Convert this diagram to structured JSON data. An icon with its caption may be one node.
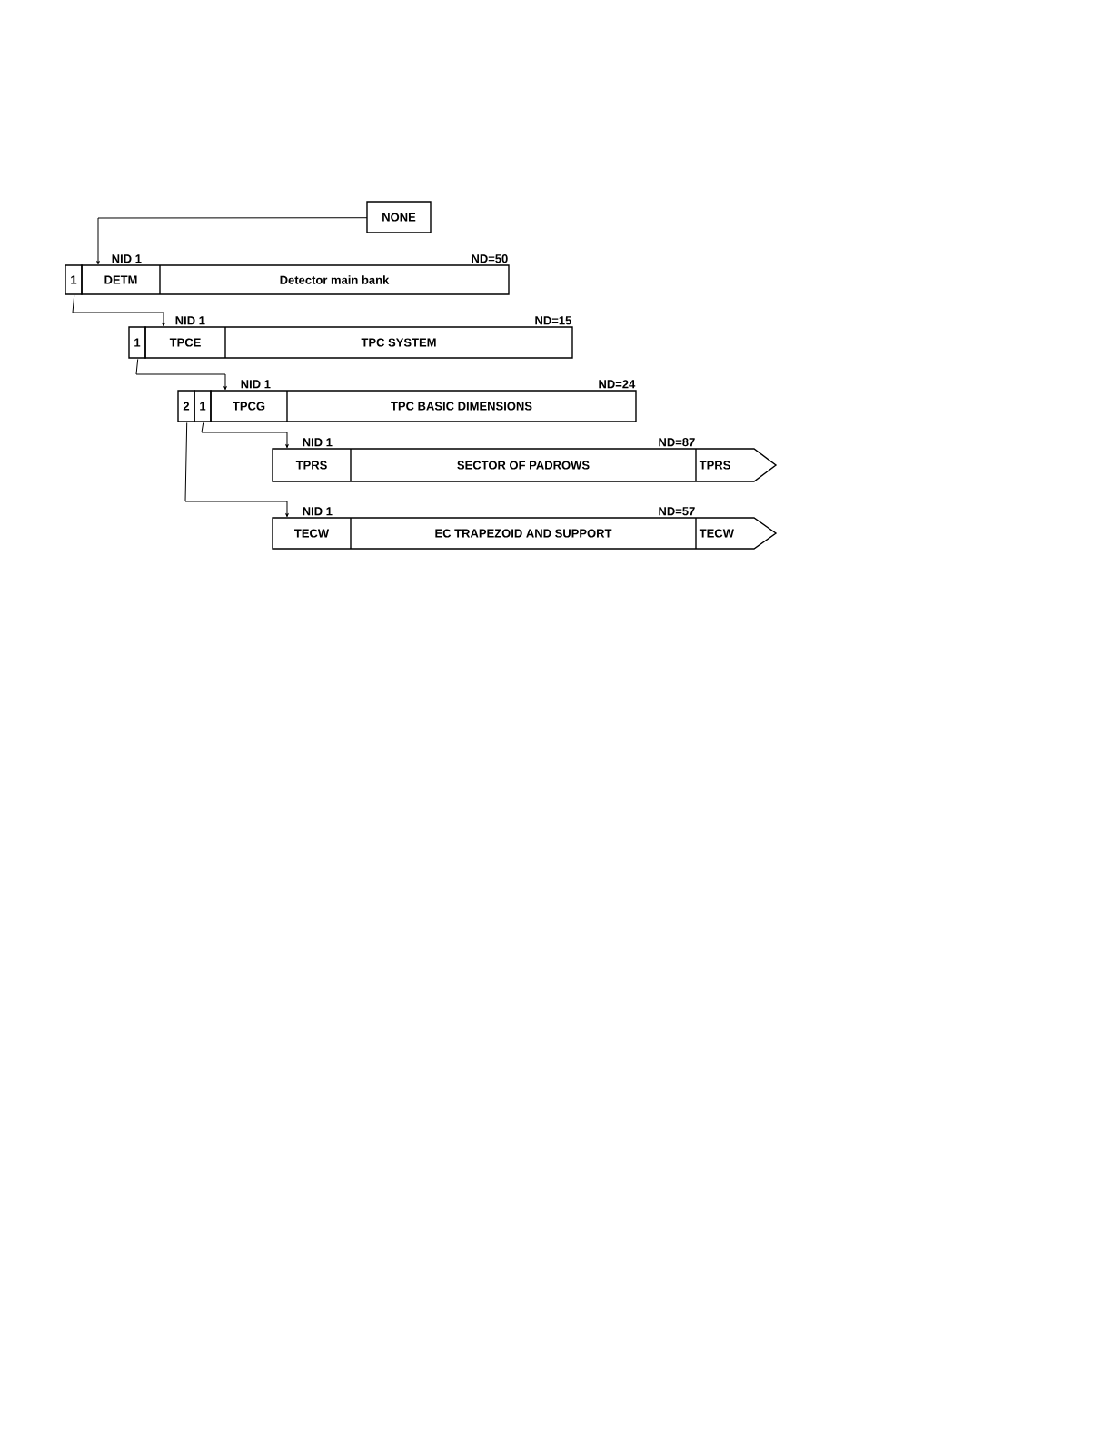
{
  "diagram": {
    "nodes": [
      {
        "text": [
          "NONE"
        ]
      },
      {
        "text": [
          "DETM",
          "Detector main bank"
        ],
        "beside": [
          "NID 1",
          "ND=50"
        ]
      },
      {
        "text": [
          "1"
        ]
      },
      {
        "text": [
          "TPCE",
          "TPC SYSTEM"
        ],
        "beside": [
          "NID 1",
          "ND=15"
        ]
      },
      {
        "text": [
          "1"
        ]
      },
      {
        "text": [
          "TPCG",
          "TPC BASIC DIMENSIONS"
        ],
        "beside": [
          "NID 1",
          "ND=24"
        ]
      },
      {
        "text": [
          "2"
        ]
      },
      {
        "text": [
          "1"
        ]
      },
      {
        "text": [
          "TPRS",
          "SECTOR OF PADROWS",
          "TPRS"
        ],
        "beside": [
          "NID 1",
          "ND=87"
        ]
      },
      {
        "text": [
          "TECW",
          "EC TRAPEZOID AND SUPPORT",
          "TECW"
        ],
        "beside": [
          "NID 1",
          "ND=57"
        ]
      }
    ],
    "edges": [
      {
        "from": 0,
        "to": 1,
        "arrow": "to"
      },
      {
        "from": 2,
        "to": 3,
        "arrow": "to"
      },
      {
        "from": 4,
        "to": 5,
        "arrow": "to"
      },
      {
        "from": 7,
        "to": 8,
        "arrow": "to"
      },
      {
        "from": 6,
        "to": 9,
        "arrow": "to"
      }
    ]
  }
}
